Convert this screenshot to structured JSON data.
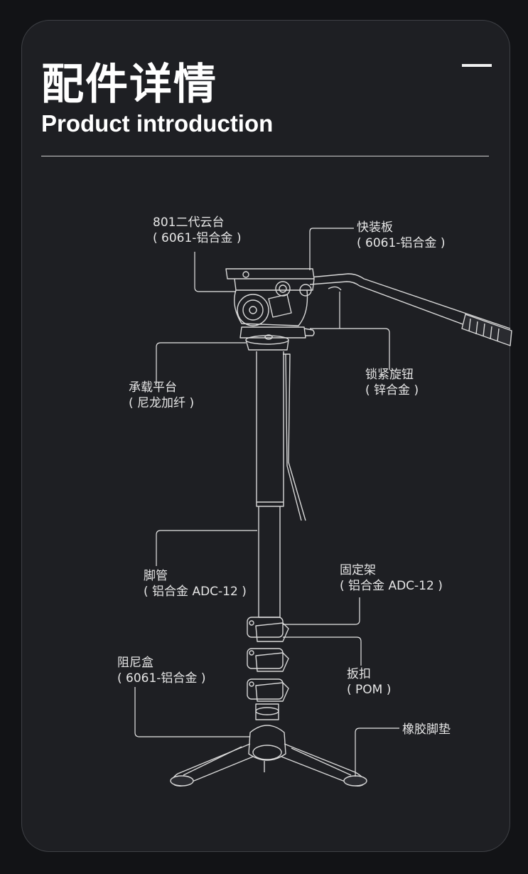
{
  "header": {
    "title_cn": "配件详情",
    "title_en": "Product introduction"
  },
  "callouts": {
    "head": {
      "line1": "801二代云台",
      "line2": "( 6061-铝合金 )"
    },
    "plate": {
      "line1": "快装板",
      "line2": "( 6061-铝合金 )"
    },
    "knob": {
      "line1": "锁紧旋钮",
      "line2": "( 锌合金 )"
    },
    "platform": {
      "line1": "承载平台",
      "line2": "( 尼龙加纤 )"
    },
    "leg_tube": {
      "line1": "脚管",
      "line2": "( 铝合金 ADC-12 )"
    },
    "bracket": {
      "line1": "固定架",
      "line2": "( 铝合金  ADC-12 )"
    },
    "damper": {
      "line1": "阻尼盒",
      "line2": "( 6061-铝合金 )"
    },
    "lever": {
      "line1": "扳扣",
      "line2": "( POM )"
    },
    "foot": {
      "line1": "橡胶脚垫"
    }
  },
  "colors": {
    "background": "#121316",
    "card": "#1e1f23",
    "line": "#d8d8d8"
  }
}
